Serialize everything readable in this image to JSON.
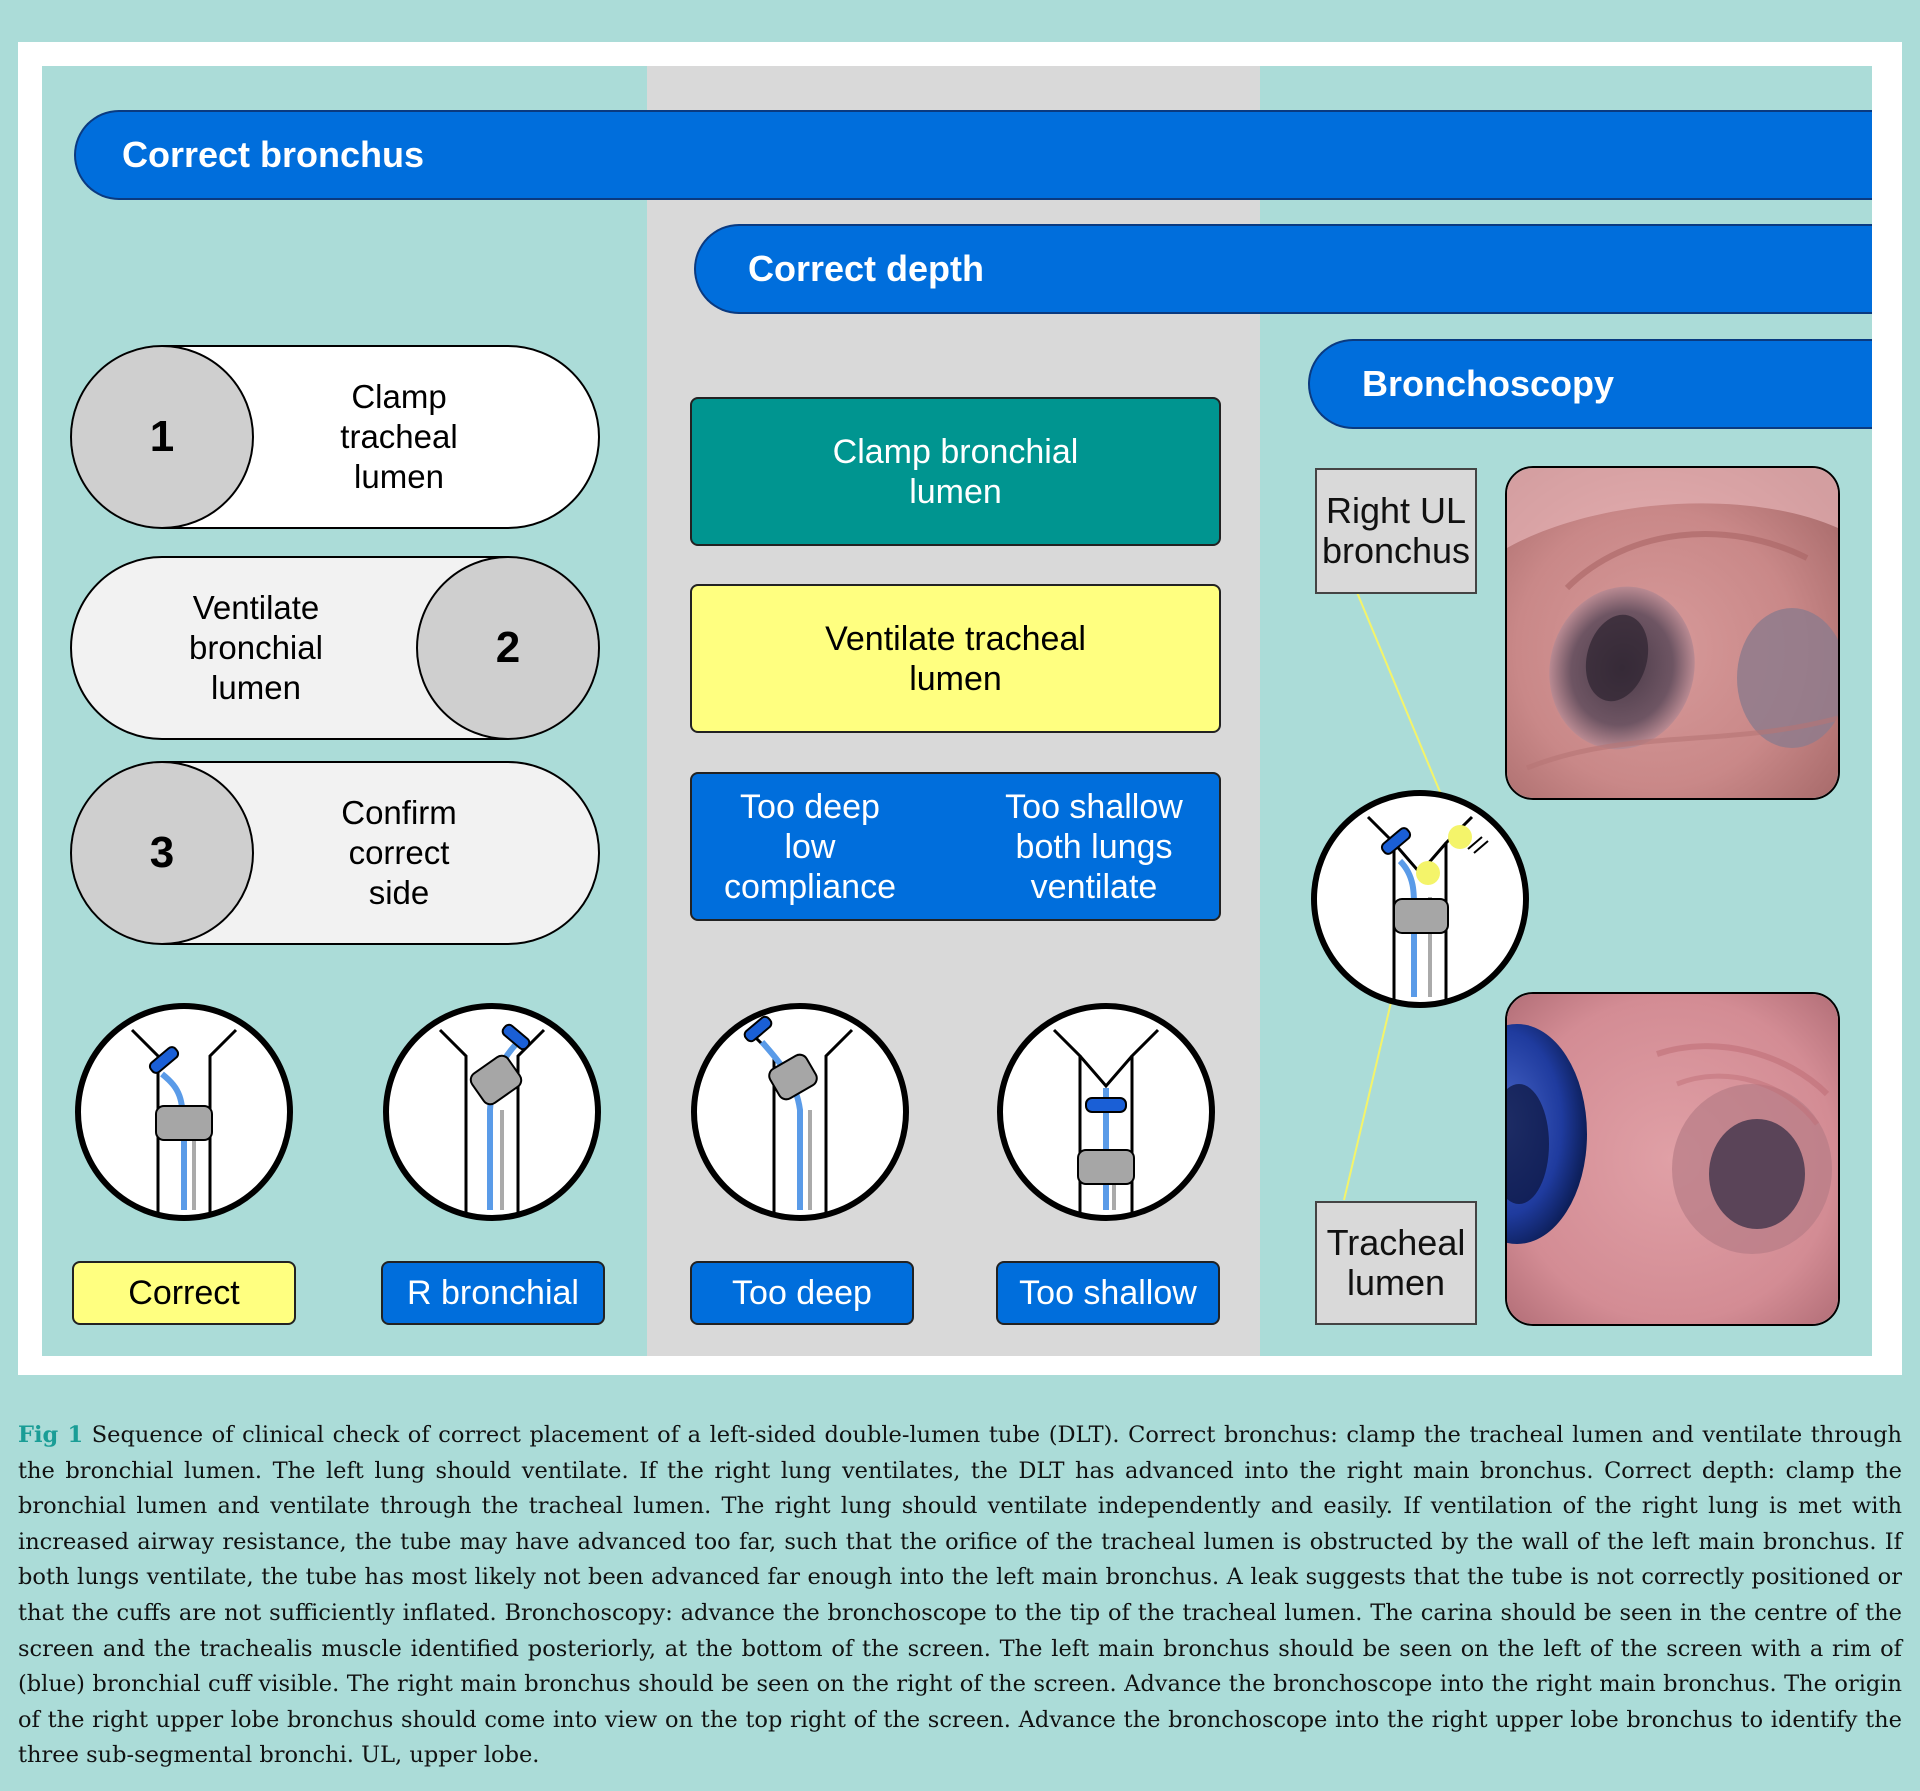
{
  "banners": {
    "correct_bronchus": "Correct bronchus",
    "correct_depth": "Correct depth",
    "bronchoscopy": "Bronchoscopy"
  },
  "steps": [
    {
      "number": "1",
      "text": "Clamp\ntracheal\nlumen"
    },
    {
      "number": "2",
      "text": "Ventilate\nbronchial\nlumen"
    },
    {
      "number": "3",
      "text": "Confirm\ncorrect\nside"
    }
  ],
  "depth_steps": {
    "clamp": "Clamp bronchial\nlumen",
    "ventilate": "Ventilate tracheal\nlumen",
    "too_deep": "Too deep\nlow\ncompliance",
    "too_shallow": "Too shallow\nboth lungs\nventilate"
  },
  "position_tags": [
    "Correct",
    "R bronchial",
    "Too deep",
    "Too shallow"
  ],
  "bronchoscopy_labels": {
    "right_ul": "Right UL\nbronchus",
    "tracheal": "Tracheal\nlumen"
  },
  "colors": {
    "background": "#abdcd8",
    "banner_blue": "#006edc",
    "teal": "#009590",
    "yellow": "#ffff80",
    "panel_grey": "#d9d9d9"
  },
  "caption": {
    "label": "Fig 1",
    "text": "Sequence of clinical check of correct placement of a left-sided double-lumen tube (DLT). Correct bronchus: clamp the tracheal lumen and ventilate through the bronchial lumen. The left lung should ventilate. If the right lung ventilates, the DLT has advanced into the right main bronchus. Correct depth: clamp the bronchial lumen and ventilate through the tracheal lumen. The right lung should ventilate independently and easily. If ventilation of the right lung is met with increased airway resistance, the tube may have advanced too far, such that the orifice of the tracheal lumen is obstructed by the wall of the left main bronchus. If both lungs ventilate, the tube has most likely not been advanced far enough into the left main bronchus. A leak suggests that the tube is not correctly positioned or that the cuffs are not sufficiently inflated. Bronchoscopy: advance the bronchoscope to the tip of the tracheal lumen. The carina should be seen in the centre of the screen and the trachealis muscle identified posteriorly, at the bottom of the screen. The left main bronchus should be seen on the left of the screen with a rim of (blue) bronchial cuff visible. The right main bronchus should be seen on the right of the screen. Advance the bronchoscope into the right main bronchus. The origin of the right upper lobe bronchus should come into view on the top right of the screen. Advance the bronchoscope into the right upper lobe bronchus to identify the three sub-segmental bronchi. UL, upper lobe."
  }
}
